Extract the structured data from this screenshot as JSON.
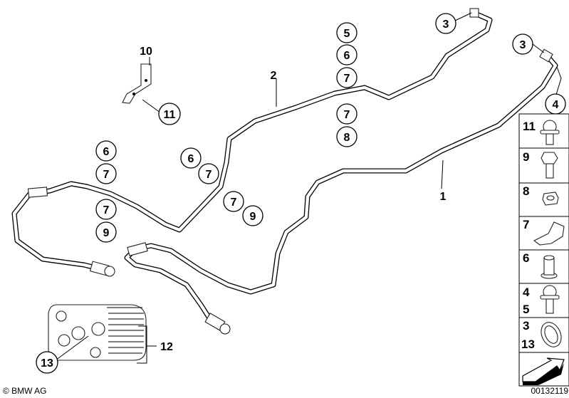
{
  "diagram": {
    "callouts": [
      "3",
      "3",
      "4",
      "5",
      "6",
      "7",
      "7",
      "8",
      "6",
      "7",
      "6",
      "7",
      "7",
      "9",
      "7",
      "9",
      "11",
      "13"
    ],
    "labels": {
      "tube_1": "1",
      "tube_2": "2",
      "bracket": "10",
      "cooler": "12"
    },
    "legend": [
      {
        "numbers": [
          "11"
        ],
        "part": "flange-bolt-icon"
      },
      {
        "numbers": [
          "9"
        ],
        "part": "hex-bolt-icon"
      },
      {
        "numbers": [
          "8"
        ],
        "part": "hex-nut-icon"
      },
      {
        "numbers": [
          "7"
        ],
        "part": "clip-icon"
      },
      {
        "numbers": [
          "6"
        ],
        "part": "grommet-icon"
      },
      {
        "numbers": [
          "4",
          "5"
        ],
        "part": "flange-bolt-icon"
      },
      {
        "numbers": [
          "3",
          "13"
        ],
        "part": "seal-ring-icon"
      },
      {
        "numbers": [],
        "part": "arrow-icon"
      }
    ],
    "diagram_id": "00132119",
    "copyright": "© BMW AG"
  }
}
